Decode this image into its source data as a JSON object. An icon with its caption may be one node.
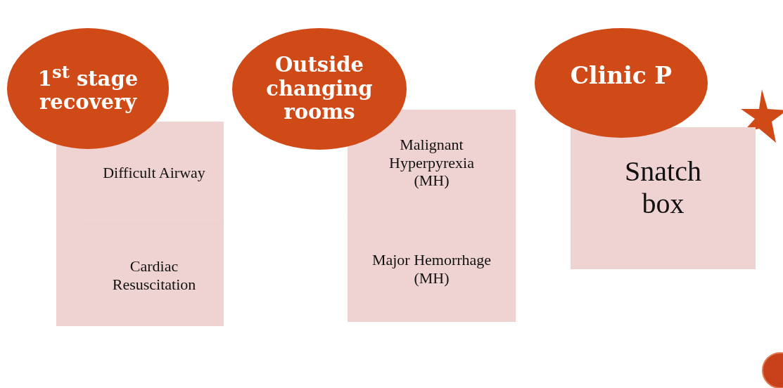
{
  "diagram": {
    "nodes": [
      {
        "text": [
          "1$^{st}$ stage recovery"
        ]
      },
      {
        "text": [
          "Difficult Airway",
          "Cardiac Resuscitation"
        ]
      },
      {
        "text": [
          "Outside changing rooms"
        ]
      },
      {
        "text": [
          "Malignant Hyperpyrexia (MH)",
          "Major Hemorrhage (MH)"
        ]
      },
      {
        "text": [
          "Clinic P"
        ]
      },
      {
        "text": [
          "Snatch box"
        ]
      }
    ]
  }
}
